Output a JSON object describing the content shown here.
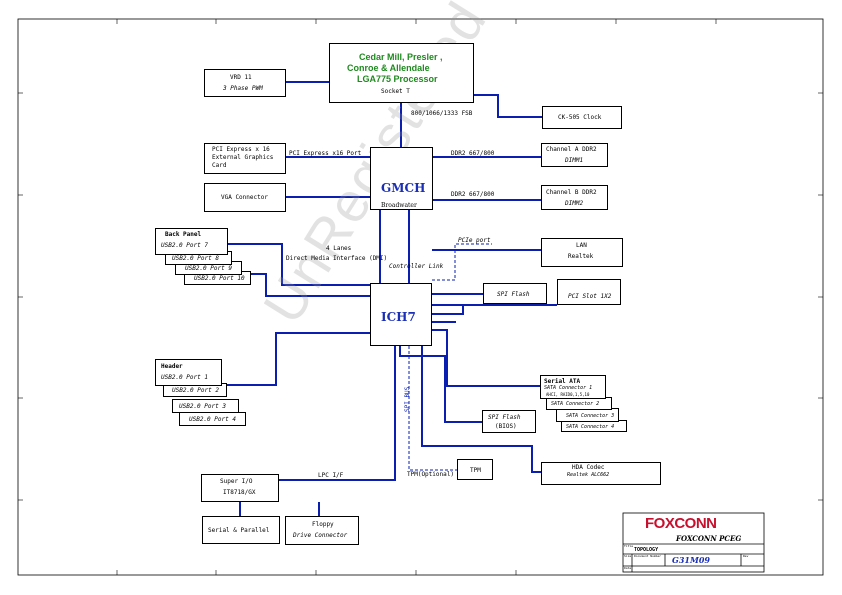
{
  "watermark": "UnRegistered",
  "cpu": {
    "lines": [
      "Cedar Mill, Presler ,",
      "Conroe & Allendale",
      "LGA775 Processor"
    ],
    "socket": "Socket T"
  },
  "fsb": "800/1066/1333 FSB",
  "vrd": {
    "title": "VRD 11",
    "sub": "3 Phase PWM"
  },
  "clock": "CK-505 Clock",
  "pcie_gfx": {
    "lines": [
      "PCI Express x 16",
      "External Graphics",
      "Card"
    ],
    "port": "PCI Express x16 Port"
  },
  "vga": "VGA Connector",
  "gmch": {
    "title": "GMCH",
    "sub": "Broadwater"
  },
  "ddr_a": {
    "bus": "DDR2 667/800",
    "title": "Channel A DDR2",
    "sub": "DIMM1"
  },
  "ddr_b": {
    "bus": "DDR2 667/800",
    "title": "Channel B DDR2",
    "sub": "DIMM2"
  },
  "back_panel": {
    "title": "Back Panel",
    "ports": [
      "USB2.0 Port 7",
      "USB2.0 Port 8",
      "USB2.0 Port 9",
      "USB2.0 Port 10"
    ]
  },
  "dmi": {
    "line1": "4 Lanes",
    "line2": "Direct Media Interface (DMI)"
  },
  "controller_link": "Controller Link",
  "pcie_port": "PCIe port",
  "lan": {
    "title": "LAN",
    "sub": "Realtek"
  },
  "spi_flash_top": "SPI Flash",
  "pci_slot": "PCI Slot 1X2",
  "ich7": "ICH7",
  "header": {
    "title": "Header",
    "ports": [
      "USB2.0 Port 1",
      "USB2.0 Port 2",
      "USB2.0 Port 3",
      "USB2.0 Port 4"
    ]
  },
  "sata": {
    "title": "Serial ATA",
    "connectors": [
      "SATA Connector 1",
      "SATA Connector 2",
      "SATA Connector 3",
      "SATA Connector 4"
    ],
    "note": "AHCI, RAID0,1,5,10"
  },
  "spi_label": "SPI BUS",
  "spi_bios": {
    "title": "SPI Flash",
    "sub": "(BIOS)"
  },
  "tpm": {
    "title": "TPM",
    "label": "TPM(Optional)"
  },
  "hda": {
    "title": "HDA Codec",
    "sub": "Realtek ALC662"
  },
  "lpc": "LPC I/F",
  "superio": {
    "title": "Super I/O",
    "sub": "IT8718/GX"
  },
  "serial_parallel": "Serial & Parallel",
  "floppy": {
    "title": "Floppy",
    "sub": "Drive Connector"
  },
  "title_block": {
    "brand": "FOXCONN",
    "company": "FOXCONN PCEG",
    "sheet_title": "TOPOLOGY",
    "model": "G31M09",
    "small": [
      "Title",
      "Document Number",
      "Size",
      "Rev",
      "Date"
    ]
  },
  "colors": {
    "wire": "#0a1fb0",
    "title_blue": "#1a2fb5",
    "cpu_green": "#1f8a1f",
    "brand_red": "#c8102e"
  }
}
